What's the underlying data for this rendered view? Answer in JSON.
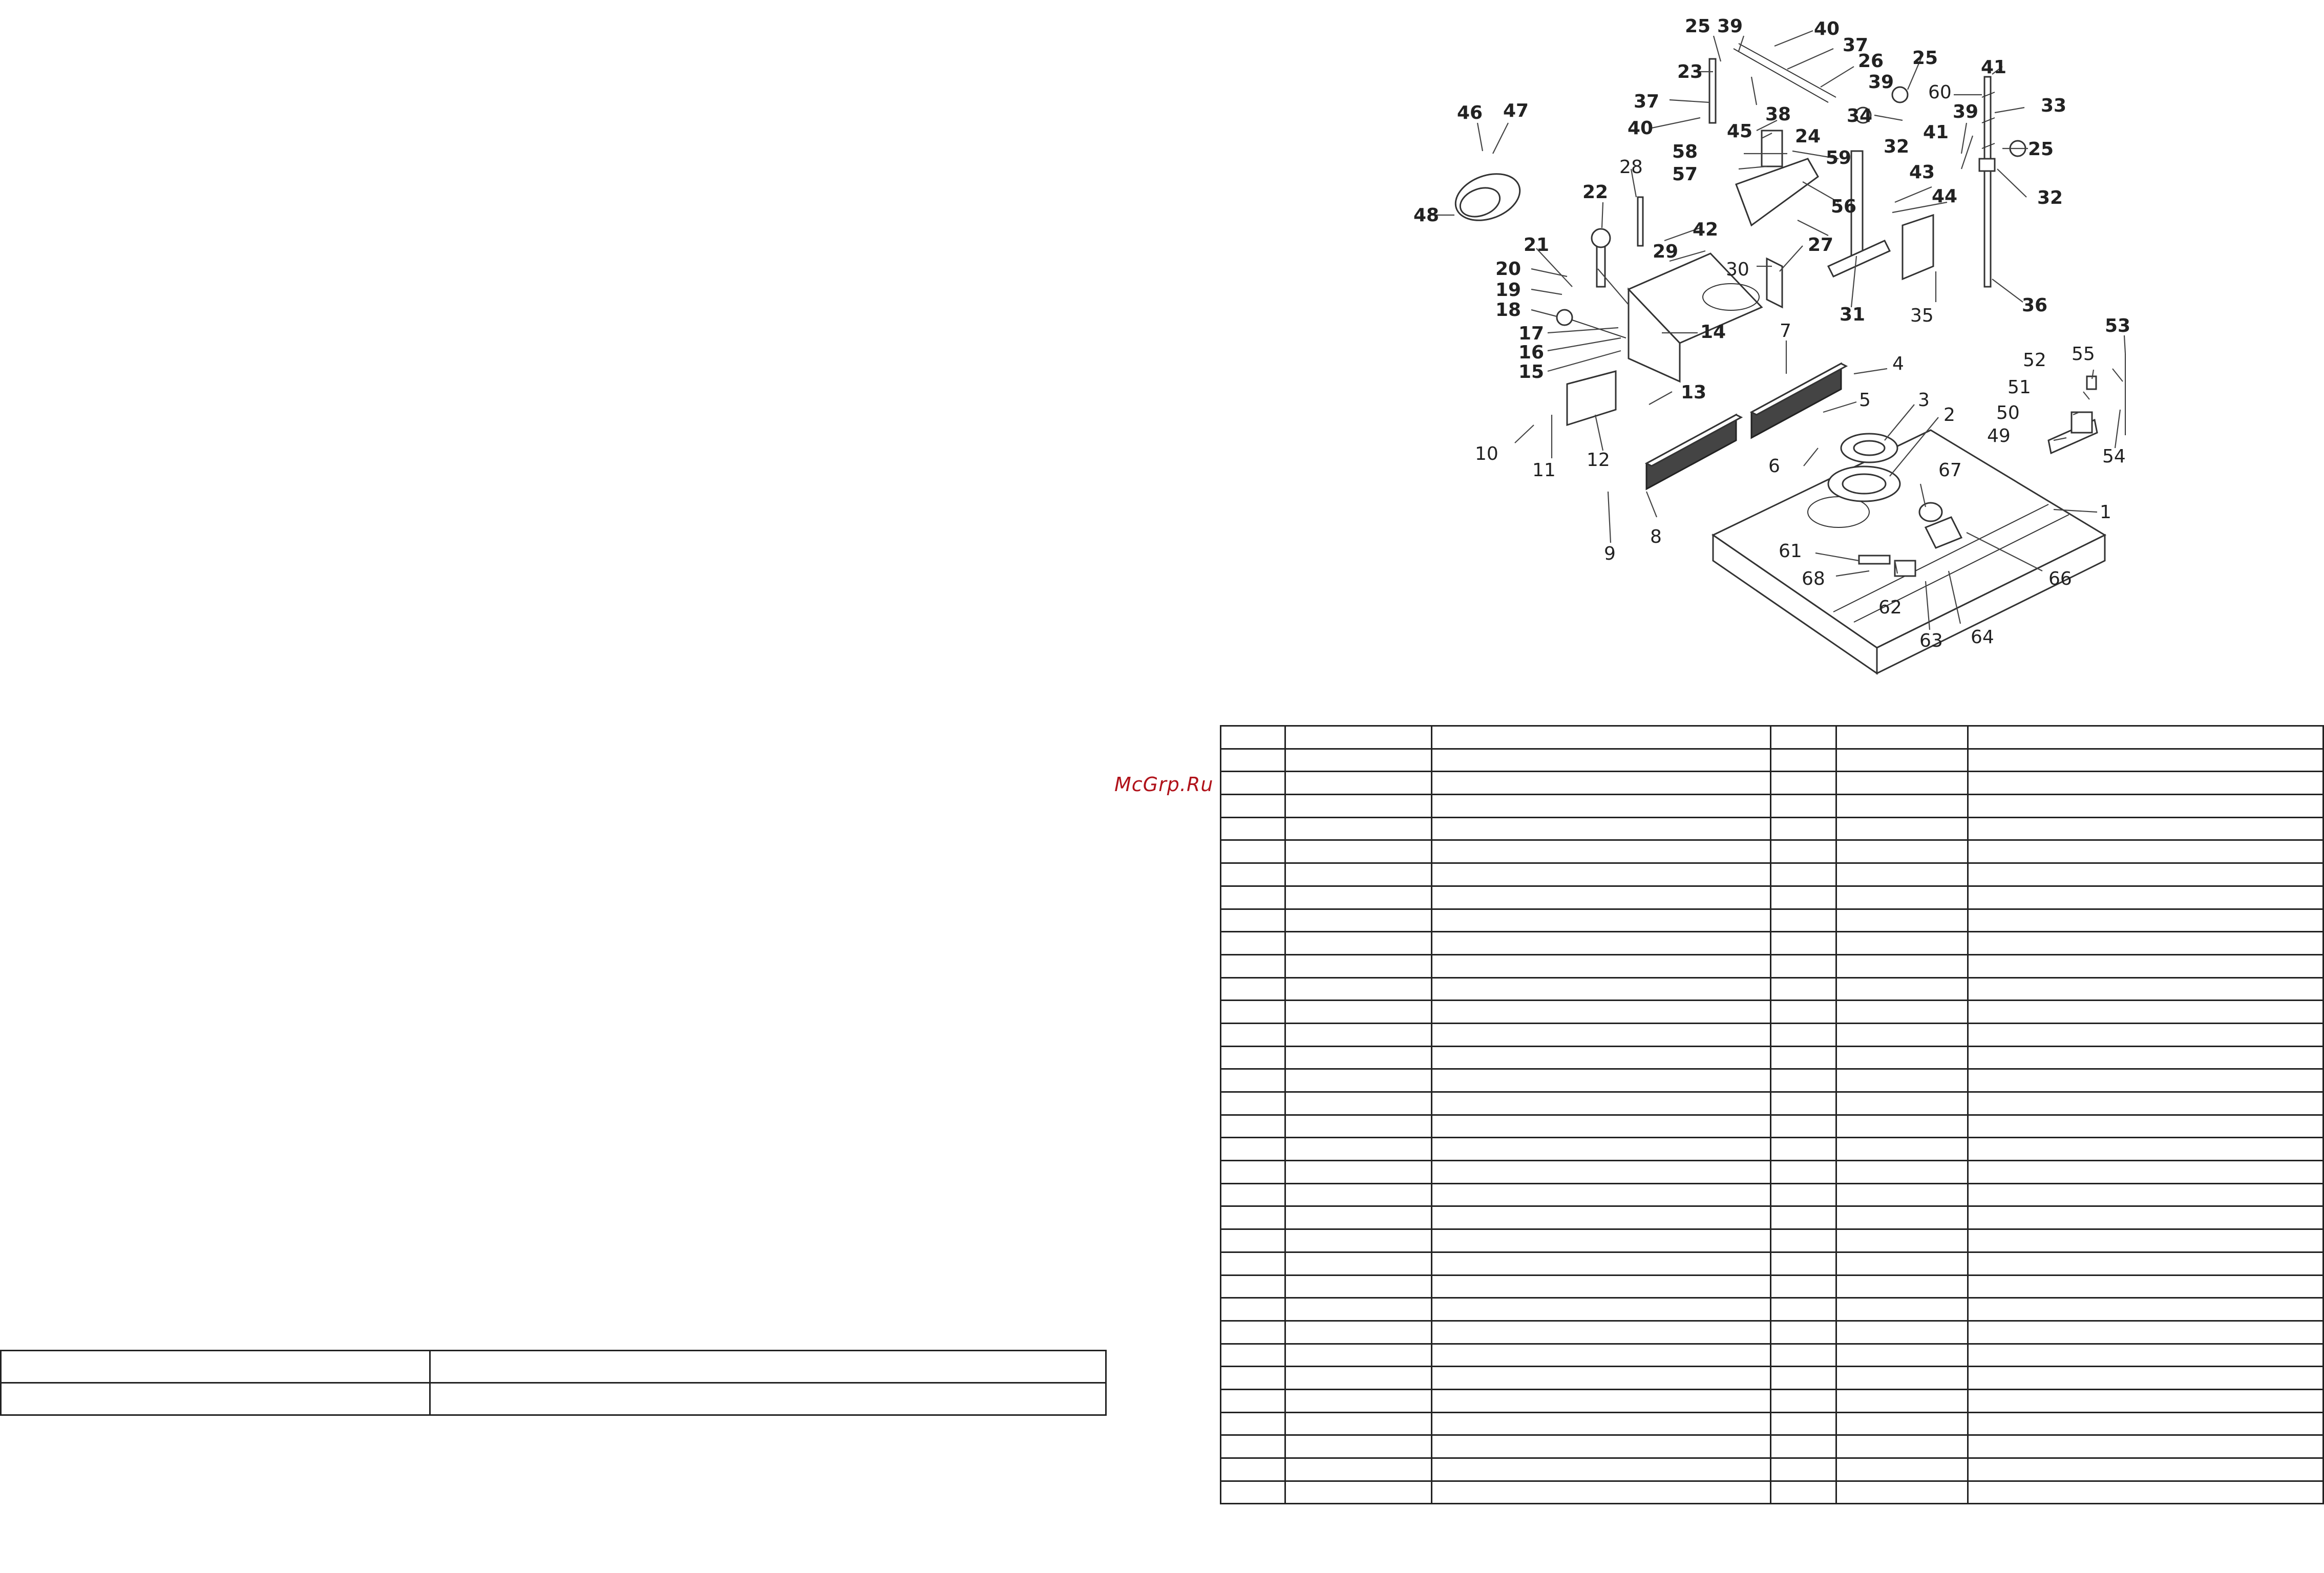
{
  "watermark": "McGrp.Ru",
  "diagram": {
    "callouts": [
      "1",
      "2",
      "3",
      "4",
      "5",
      "6",
      "7",
      "8",
      "9",
      "10",
      "11",
      "12",
      "13",
      "14",
      "15",
      "16",
      "17",
      "18",
      "19",
      "20",
      "21",
      "22",
      "23",
      "24",
      "25",
      "26",
      "27",
      "28",
      "29",
      "30",
      "31",
      "32",
      "33",
      "34",
      "35",
      "36",
      "37",
      "38",
      "39",
      "40",
      "41",
      "42",
      "43",
      "44",
      "45",
      "46",
      "47",
      "48",
      "49",
      "50",
      "51",
      "52",
      "53",
      "54",
      "55",
      "56",
      "57",
      "58",
      "59",
      "60",
      "61",
      "62",
      "63",
      "64",
      "66",
      "67",
      "68"
    ]
  },
  "parts_table": {
    "column_count": 6,
    "row_count": 34
  },
  "small_table": {
    "column_count": 2,
    "row_count": 2
  }
}
